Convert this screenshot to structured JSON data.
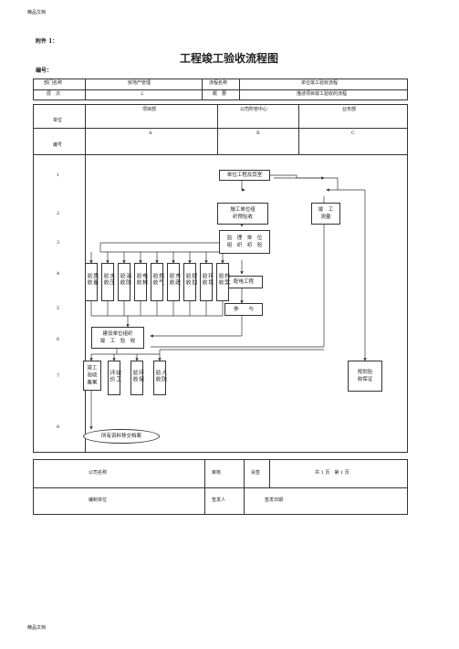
{
  "watermark_top": "精品文档",
  "watermark_bottom": "精品文档",
  "attachment": "附件 1：",
  "title": "工程竣工验收流程图",
  "doc_no_label": "编号：",
  "header": {
    "r1": [
      "部门名称",
      "房地产管理",
      "流程名称",
      "单位竣工验收流程"
    ],
    "r2": [
      "层　次",
      "2",
      "概　要",
      "描述项目竣工验收的流程"
    ]
  },
  "units_label": "单位",
  "depts": [
    "项目部",
    "公司所管中心",
    "业务部"
  ],
  "cols_label": "编号",
  "cols": [
    "A",
    "B",
    "C"
  ],
  "rows": [
    "1",
    "2",
    "3",
    "4",
    "5",
    "6",
    "7",
    "8"
  ],
  "nodes": {
    "start": "单位工程及其室",
    "contractor": "施工单位组\n织预验收",
    "survey": "竣　工\n测量",
    "supervisor": "监　理　单　位\n组　织　初　验",
    "power": "配电工程",
    "participate": "参　　与",
    "owner": "建设单位组织\n竣　工　验　收",
    "archive": "所有资料移交档案"
  },
  "acceptances": [
    "质量验收",
    "水压验收",
    "消防验收",
    "电梯验收",
    "燃气验收",
    "市政验收",
    "规划验收",
    "环境验收",
    "档案验收"
  ],
  "bottom_items": [
    "竣工验收备案",
    "竣工评价",
    "环保验收",
    "人防验收"
  ],
  "planning_cert": "规划验\n收保证",
  "footer": {
    "r1": [
      "公司名称",
      "审核",
      "会签",
      "共 1 页　第 1 页"
    ],
    "r2": [
      "编制单位",
      "签发人",
      "签发日期"
    ]
  }
}
